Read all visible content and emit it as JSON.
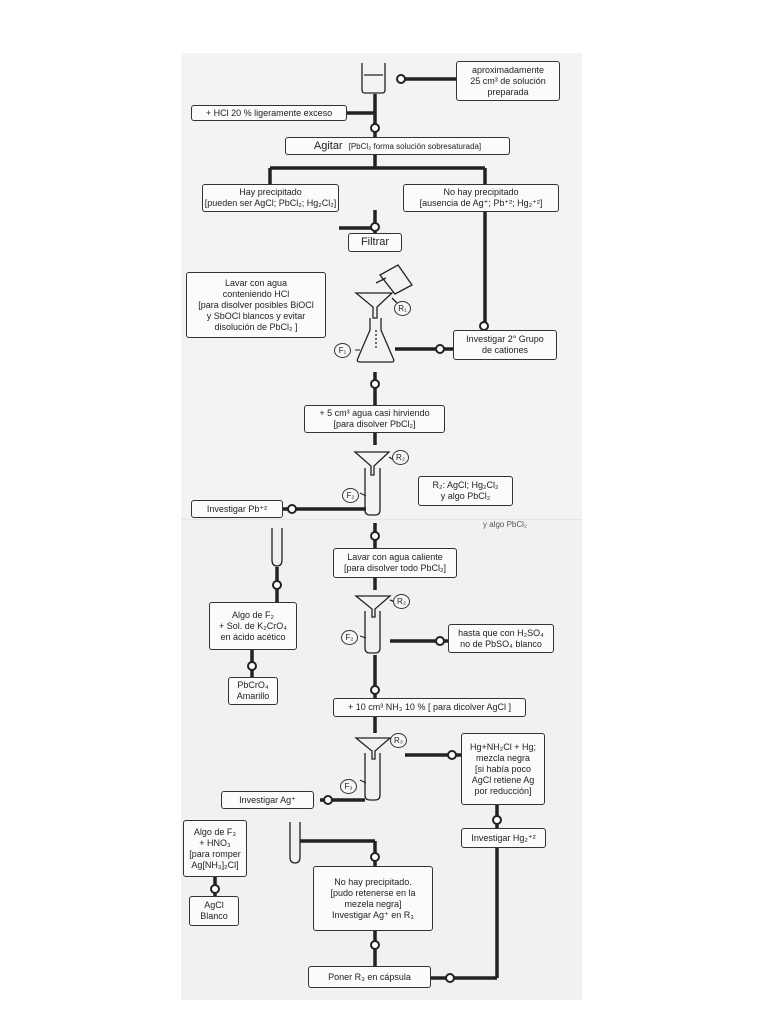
{
  "steps": {
    "solution": [
      "aproximadamente",
      "25 cm³ de solución",
      "preparada"
    ],
    "hcl": "+ HCl 20 % ligeramente exceso",
    "agitar_main": "Agitar",
    "agitar_note": "[PbCl₂ forma solución sobresaturada]",
    "precip_yes": [
      "Hay precipitado",
      "[pueden ser AgCl; PbCl₂; Hg₂Cl₂]"
    ],
    "precip_no": [
      "No hay precipitado",
      "[ausencia de Ag⁺; Pb⁺²; Hg₂⁺²]"
    ],
    "filtrar": "Filtrar",
    "lavar_hcl": [
      "Lavar con agua",
      "conteniendo HCl",
      "[para disolver posibles BiOCl",
      "y SbOCl blancos y evitar",
      "disolución de PbCl₂ ]"
    ],
    "grupo2": [
      "Investigar 2° Grupo",
      "de cationes"
    ],
    "agua_hirviendo": [
      "+ 5 cm³ agua casi hirviendo",
      "[para disolver PbCl₂]"
    ],
    "r2_note": [
      "R₂: AgCl; Hg₂Cl₂",
      "y algo PbCl₂"
    ],
    "inv_pb": "Investigar Pb⁺²",
    "lavar_caliente": [
      "Lavar con agua caliente",
      "[para disolver todo PbCl₂]"
    ],
    "algo_f2": [
      "Algo de F₂",
      "+ Sol. de K₂CrO₄",
      "en ácido acético"
    ],
    "h2so4": [
      "hasta que con H₂SO₄",
      "no de PbSO₄ blanco"
    ],
    "pbcro4": [
      "PbCrO₄",
      "Amarillo"
    ],
    "nh3": "+ 10 cm³ NH₃ 10 % [ para dicolver AgCl ]",
    "hg_mix": [
      "Hg+NH₂Cl + Hg;",
      "mezcla negra",
      "[si había poco",
      "AgCl retiene Ag",
      "por reducción]"
    ],
    "inv_ag": "Investigar Ag⁺",
    "inv_hg": "Investigar Hg₂⁺²",
    "algo_f3": [
      "Algo de F₃",
      "+ HNO₃",
      "[para romper",
      "Ag[NH₃]₂Cl]"
    ],
    "no_precip2": [
      "No hay precipitado.",
      "[pudo retenerse en la",
      "mezela negra]",
      "Investigar Ag⁺ en R₃"
    ],
    "agcl": [
      "AgCl",
      "Blanco"
    ],
    "capsula": "Poner R₃ en cápsula",
    "cut_fragment": "y algo PbCl₂"
  },
  "markers": {
    "r1": "R₁",
    "f1": "F₁",
    "r2": "R₂",
    "f2": "F₂",
    "r2b": "R₂",
    "f2b": "F₂",
    "r3": "R₃",
    "f3": "F₃"
  }
}
